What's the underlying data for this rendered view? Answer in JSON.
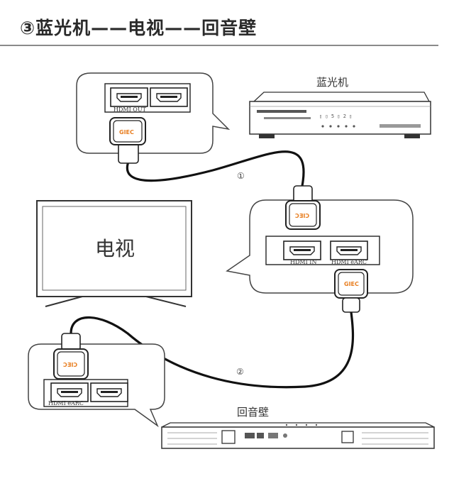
{
  "title": "③蓝光机——电视——回音壁",
  "devices": {
    "bluray": "蓝光机",
    "tv": "电视",
    "soundbar": "回音壁"
  },
  "ports": {
    "bluray_out": "HDMI OUT",
    "tv_in": "HDMI IN",
    "tv_earc": "HDMI eARC",
    "soundbar_earc": "HDMI eARC"
  },
  "cables": {
    "cable1": "①",
    "cable2": "②"
  },
  "connector_logo": "GIEC",
  "connector_logo_mirrored": "ƆƎIƆ",
  "icons": [
    "hdmi-port-icon",
    "hdmi-connector-icon",
    "tv-icon",
    "bluray-player-icon",
    "soundbar-icon"
  ]
}
